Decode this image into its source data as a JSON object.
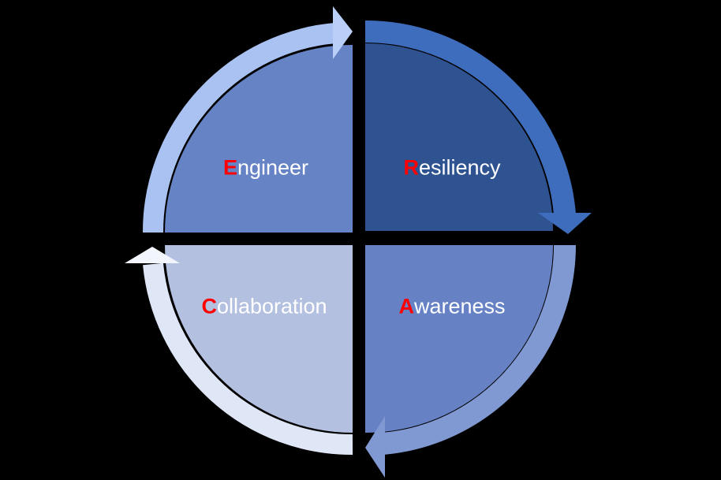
{
  "diagram": {
    "quadrants": [
      {
        "id": "engineer",
        "initial": "E",
        "rest": "ngineer",
        "fill": "#6683c6",
        "ring": "#a9c2f2"
      },
      {
        "id": "resiliency",
        "initial": "R",
        "rest": "esiliency",
        "fill": "#2f5391",
        "ring": "#3e6dbd"
      },
      {
        "id": "awareness",
        "initial": "A",
        "rest": "wareness",
        "fill": "#6682c5",
        "ring": "#8199d2"
      },
      {
        "id": "collaboration",
        "initial": "C",
        "rest": "ollaboration",
        "fill": "#b4c0e0",
        "ring": "#dfe6f6"
      }
    ],
    "accent_color": "#ff0000"
  }
}
